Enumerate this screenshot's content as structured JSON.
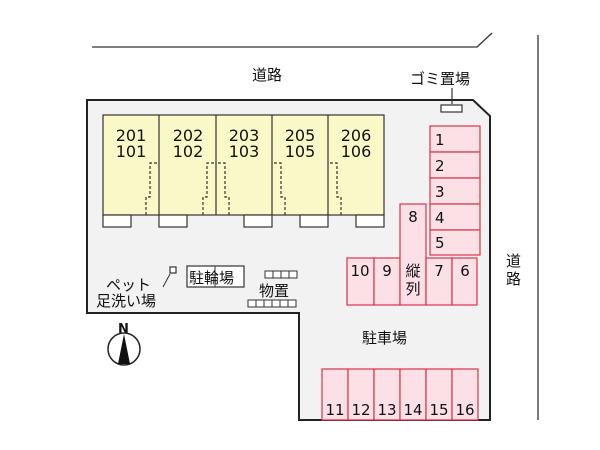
{
  "labels": {
    "road_top": "道路",
    "road_right_1": "道",
    "road_right_2": "路",
    "garbage": "ゴミ置場",
    "bicycle": "駐輪場",
    "storage": "物置",
    "pet_wash_1": "ペット",
    "pet_wash_2": "足洗い場",
    "parking": "駐車場",
    "tandem_1": "縦",
    "tandem_2": "列",
    "north": "N"
  },
  "units": [
    {
      "upper": "201",
      "lower": "101"
    },
    {
      "upper": "202",
      "lower": "102"
    },
    {
      "upper": "203",
      "lower": "103"
    },
    {
      "upper": "205",
      "lower": "105"
    },
    {
      "upper": "206",
      "lower": "106"
    }
  ],
  "parking_spaces": {
    "column": [
      "1",
      "2",
      "3",
      "4",
      "5"
    ],
    "tall": "8",
    "row_middle": [
      "10",
      "9",
      "7",
      "6"
    ],
    "row_bottom": [
      "11",
      "12",
      "13",
      "14",
      "15",
      "16"
    ]
  },
  "colors": {
    "building": "#fbf8c8",
    "parking": "#fbe0e6",
    "parking_stroke": "#d8344e",
    "site": "#f2f2f2"
  }
}
